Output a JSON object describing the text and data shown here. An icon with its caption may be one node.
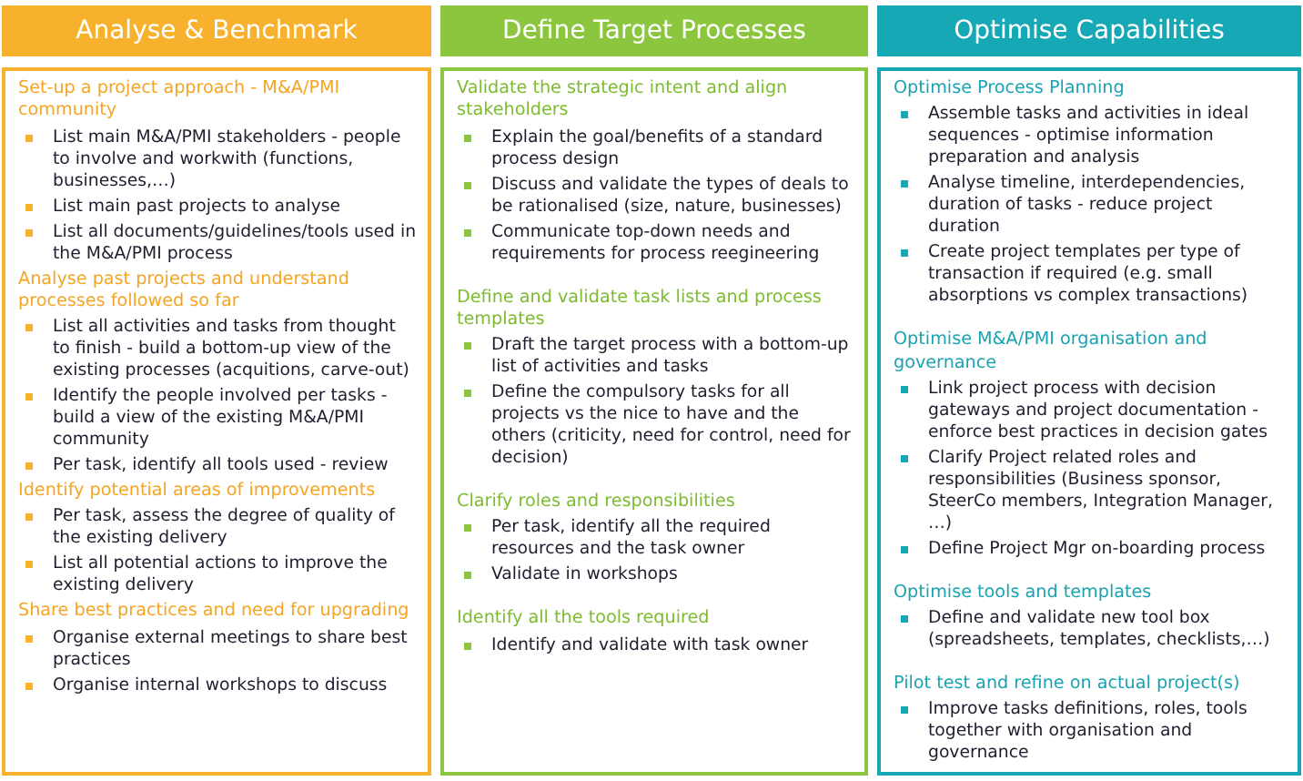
{
  "diagram": {
    "nodes": [
      {
        "text": [
          "Analyse & Benchmark"
        ]
      },
      {
        "text": [],
        "shape": "box"
      },
      {
        "text": [
          "Set-up a project approach - M&A/PMI community",
          "List main M&A/PMI stakeholders - people to involve and workwith (functions, businesses,…)",
          "List main past projects to analyse",
          "List all documents/guidelines/tools used in the M&A/PMI process"
        ],
        "in": 1
      },
      {
        "text": [
          "Analyse past projects and understand processes followed so far",
          "List all activities and tasks from thought to finish - build a bottom-up view of the existing processes (acquitions, carve-out)",
          "Identify the people involved per tasks - build a view of the existing M&A/PMI community",
          "Per task, identify all tools used - review"
        ],
        "in": 1
      },
      {
        "text": [
          "Identify potential areas of improvements",
          "Per task, assess the degree of quality of the existing delivery",
          "List all potential actions to improve the existing delivery"
        ],
        "in": 1
      },
      {
        "text": [
          "Share best practices and need for upgrading",
          "Organise external meetings to share best practices",
          "Organise internal workshops to discuss"
        ],
        "in": 1
      },
      {
        "text": [
          "Define Target Processes"
        ]
      },
      {
        "text": [],
        "shape": "box"
      },
      {
        "text": [
          "Validate the strategic intent and align stakeholders",
          "Explain the goal/benefits of a standard process design",
          "Discuss and validate the types of deals to be rationalised (size, nature, businesses)",
          "Communicate top-down needs and requirements for process reegineering"
        ],
        "in": 7
      },
      {
        "text": [
          "Define and validate task lists and process templates",
          "Draft the target process with a bottom-up list of activities and tasks",
          "Define the compulsory tasks for all projects vs the nice to have and the others (criticity, need for control, need for decision)"
        ],
        "in": 7
      },
      {
        "text": [
          "Clarify roles and responsibilities",
          "Per task, identify all the required resources and the task owner",
          "Validate in workshops"
        ],
        "in": 7
      },
      {
        "text": [
          "Identify all the tools required",
          "Identify and validate with task owner"
        ],
        "in": 7
      },
      {
        "text": [
          "Optimise Capabilities"
        ]
      },
      {
        "text": [],
        "shape": "box"
      },
      {
        "text": [
          "Optimise Process Planning",
          "Assemble tasks and activities in ideal sequences - optimise information preparation and analysis",
          "Analyse timeline, interdependencies, duration of tasks - reduce project duration",
          "Create project templates per type of transaction if required (e.g. small absorptions vs complex transactions)"
        ],
        "in": 13
      },
      {
        "text": [
          "Optimise M&A/PMI organisation and governance",
          "Link project process with decision gateways and project documentation - enforce best practices in decision gates",
          "Clarify Project related roles and responsibilities (Business sponsor, SteerCo members, Integration Manager, …)",
          "Define Project Mgr on-boarding process"
        ],
        "in": 13
      },
      {
        "text": [
          "Optimise tools and templates",
          "Define and validate new tool box (spreadsheets, templates, checklists,…)"
        ],
        "in": 13
      },
      {
        "text": [
          "Pilot test and refine on actual project(s)",
          "Improve tasks definitions, roles, tools together with organisation and governance"
        ],
        "in": 13
      }
    ],
    "edges": []
  }
}
